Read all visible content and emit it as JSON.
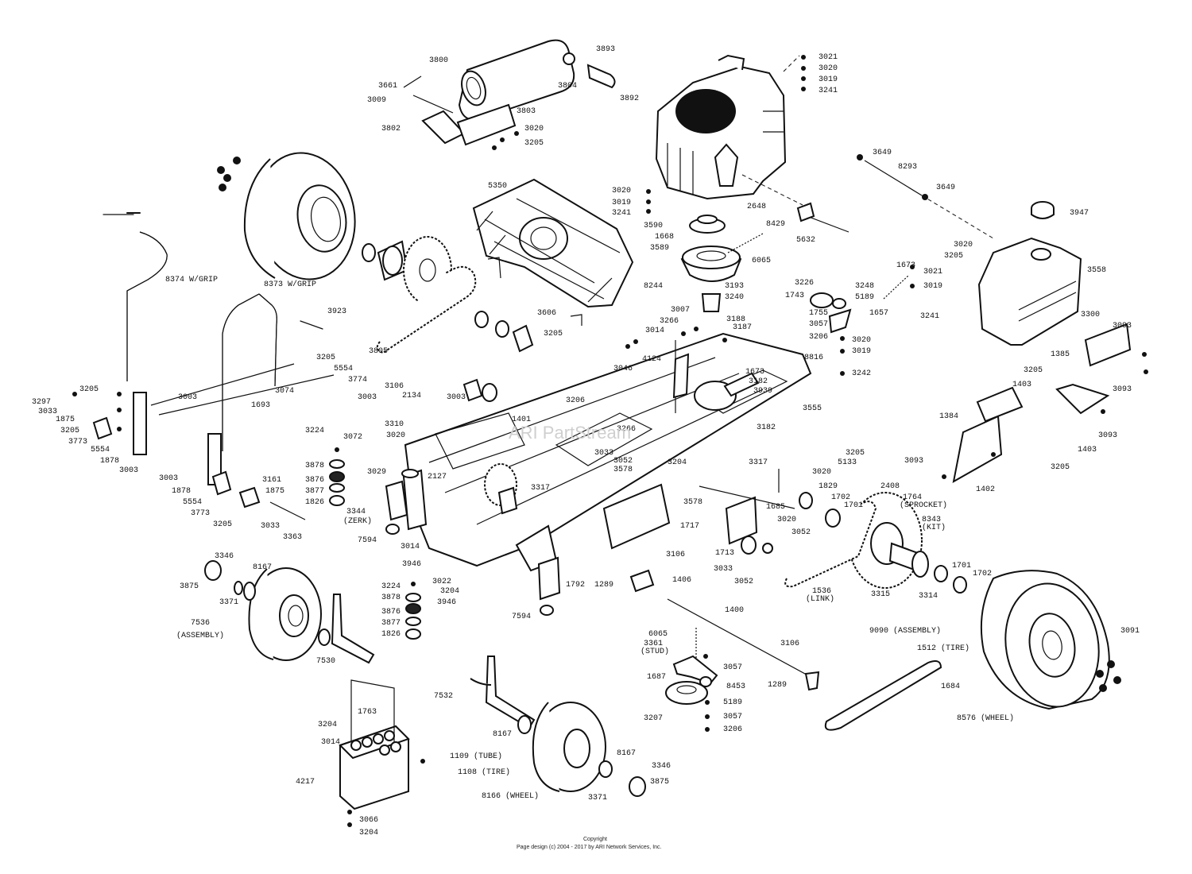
{
  "labels": {
    "3800": "3800",
    "3893": "3893",
    "3661": "3661",
    "3804": "3804",
    "3009": "3009",
    "3803": "3803",
    "3802": "3802",
    "3020": "3020",
    "3205": "3205",
    "3021": "3021",
    "3019": "3019",
    "3241": "3241",
    "3892": "3892",
    "3649": "3649",
    "8293": "8293",
    "3947": "3947",
    "5350": "5350",
    "3590": "3590",
    "1668": "1668",
    "2648": "2648",
    "3589": "3589",
    "8429": "8429",
    "5632": "5632",
    "6065": "6065",
    "8244": "8244",
    "3193": "3193",
    "3240": "3240",
    "3226": "3226",
    "3248": "3248",
    "1673": "1673",
    "3558": "3558",
    "1743": "1743",
    "5189": "5189",
    "1755": "1755",
    "1657": "1657",
    "3057": "3057",
    "3206": "3206",
    "3242": "3242",
    "8374": "8374 W/GRIP",
    "8373": "8373 W/GRIP",
    "3923": "3923",
    "3606": "3606",
    "3007": "3007",
    "3266": "3266",
    "3188": "3188",
    "3187": "3187",
    "3014": "3014",
    "4124": "4124",
    "8816": "8816",
    "3300": "3300",
    "3093": "3093",
    "1385": "1385",
    "3805": "3805",
    "3046": "3046",
    "3182": "3182",
    "3939": "3939",
    "3555": "3555",
    "5554": "5554",
    "3774": "3774",
    "3106": "3106",
    "2134": "2134",
    "3003": "3003",
    "3297": "3297",
    "3033": "3033",
    "1875": "1875",
    "3074": "3074",
    "1693": "1693",
    "1401": "1401",
    "3206b": "3206",
    "1403": "1403",
    "1384": "1384",
    "3773": "3773",
    "1878": "1878",
    "3310": "3310",
    "3224": "3224",
    "3072": "3072",
    "3878": "3878",
    "3876": "3876",
    "3877": "3877",
    "1826": "1826",
    "3029": "3029",
    "2127": "2127",
    "3317": "3317",
    "3052": "3052",
    "3578": "3578",
    "3204": "3204",
    "5133": "5133",
    "1402": "1402",
    "3161": "3161",
    "3344": "3344",
    "zerk": "(ZERK)",
    "3363": "3363",
    "7594": "7594",
    "1829": "1829",
    "1702": "1702",
    "1701": "1701",
    "2408": "2408",
    "1764": "1764",
    "sprocket": "(SPROCKET)",
    "8343": "8343",
    "kit": "(KIT)",
    "1685": "1685",
    "1717": "1717",
    "1713": "1713",
    "3346": "3346",
    "8167": "8167",
    "3875": "3875",
    "3371": "3371",
    "7536": "7536",
    "assembly": "(ASSEMBLY)",
    "7530": "7530",
    "3946": "3946",
    "3022": "3022",
    "1792": "1792",
    "1289": "1289",
    "1406": "1406",
    "1536": "1536",
    "link": "(LINK)",
    "3315": "3315",
    "3314": "3314",
    "1400": "1400",
    "3361": "3361",
    "stud": "(STUD)",
    "9090": "9090 (ASSEMBLY)",
    "3091": "3091",
    "1512": "1512 (TIRE)",
    "1687": "1687",
    "8453": "8453",
    "1684": "1684",
    "3207": "3207",
    "8576": "8576 (WHEEL)",
    "7532": "7532",
    "1763": "1763",
    "4217": "4217",
    "3066": "3066",
    "1109": "1109 (TUBE)",
    "1108": "1108 (TIRE)",
    "8166": "8166 (WHEEL)"
  },
  "watermark": "ARI PartStream",
  "footer": {
    "line1": "Copyright",
    "line2": "Page design (c) 2004 - 2017 by ARI Network Services, Inc."
  }
}
